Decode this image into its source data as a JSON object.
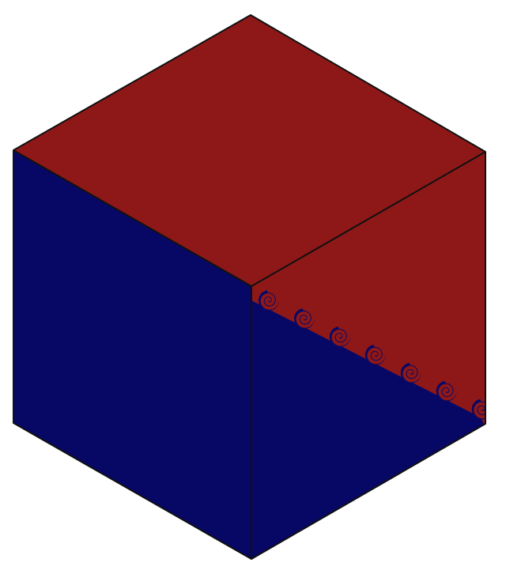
{
  "figure": {
    "kind": "isometric cube",
    "colors": {
      "red": "#8e1818",
      "blue": "#070866",
      "edge": "#101010",
      "background": "#ffffff"
    },
    "faces": {
      "top": "red",
      "left": "blue",
      "right_upper": "red",
      "right_lower": "blue"
    },
    "right_face_boundary": "wave of spirals",
    "spiral_count": 7
  }
}
